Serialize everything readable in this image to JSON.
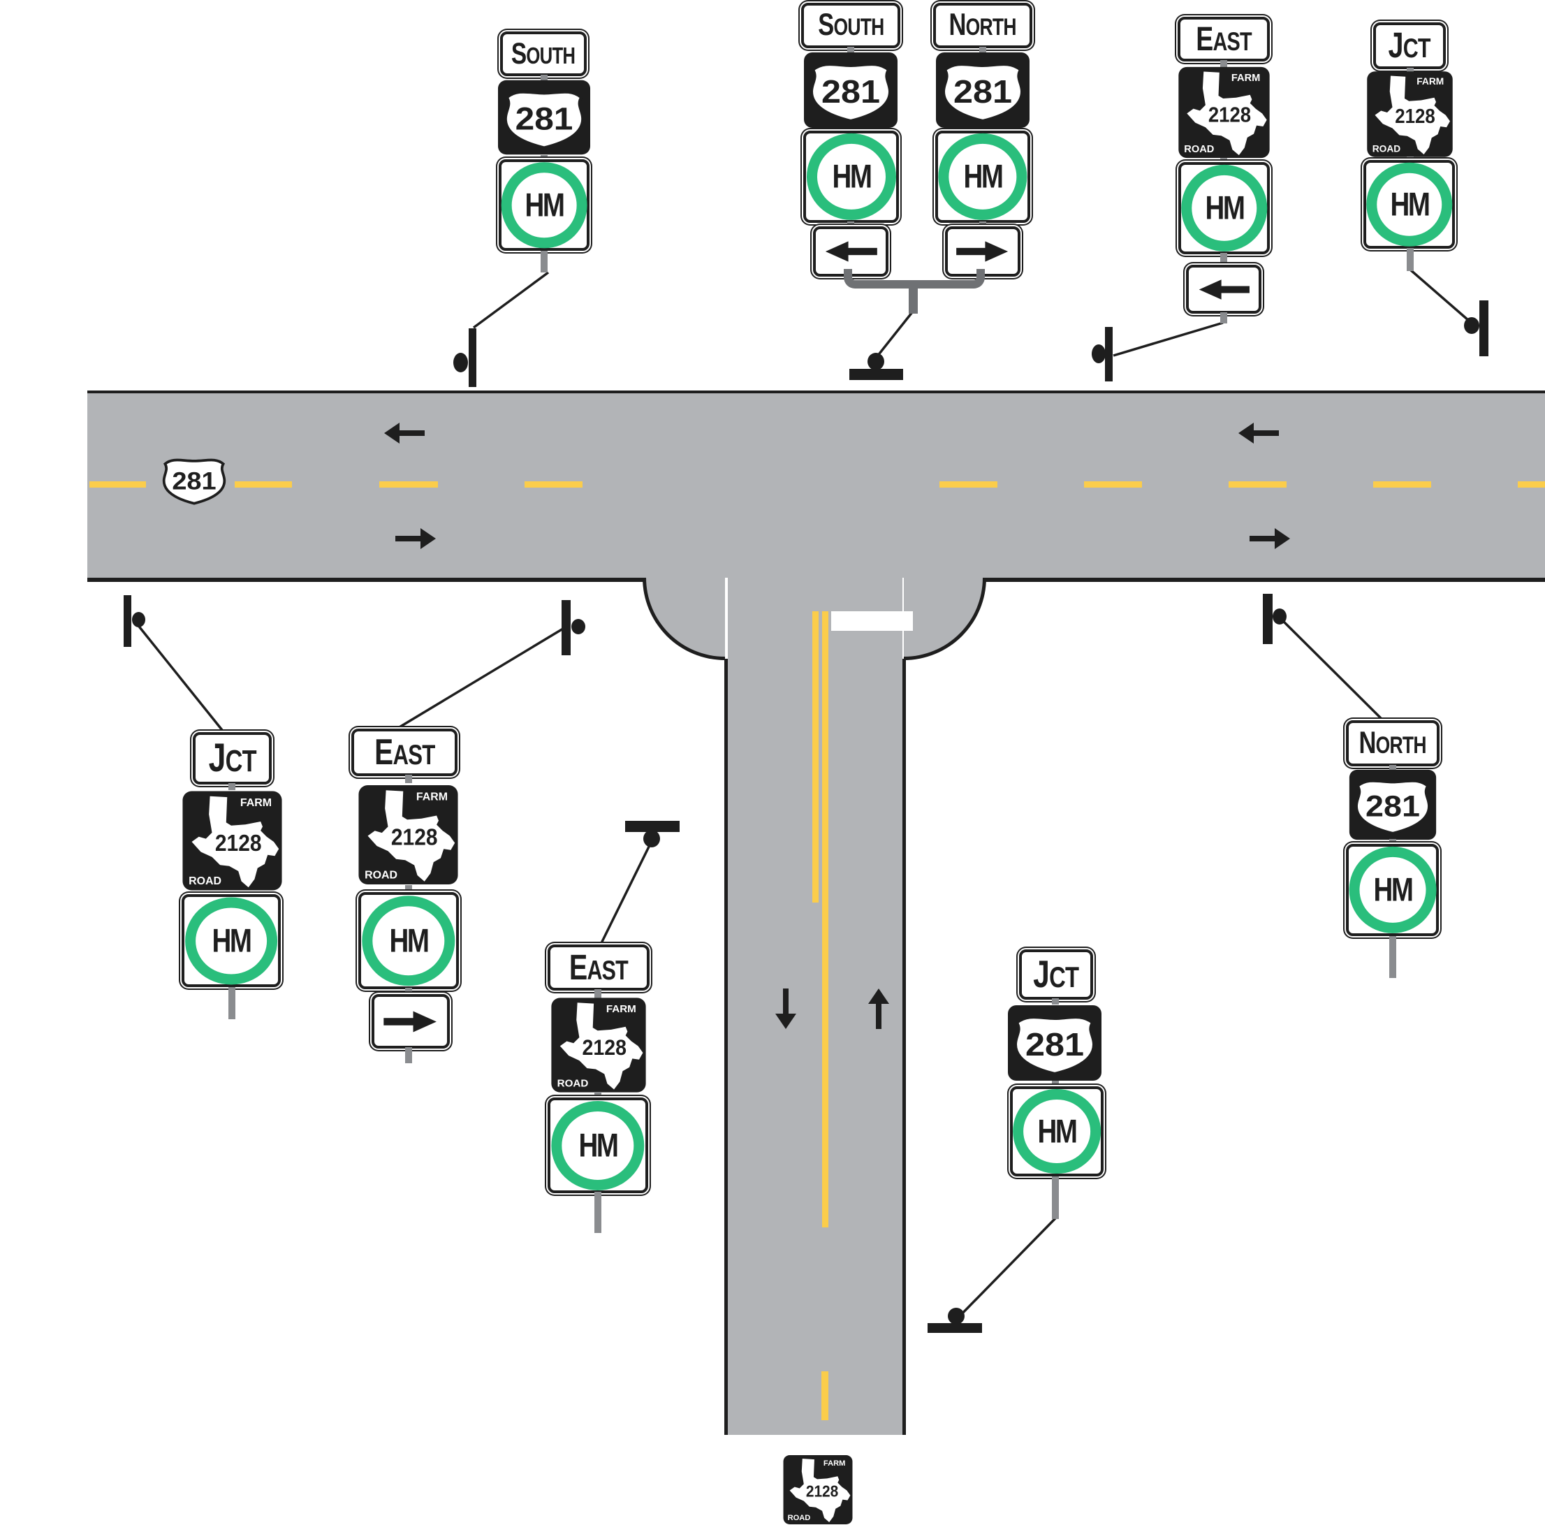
{
  "labels": {
    "south": "SOUTH",
    "north": "NORTH",
    "east": "EAST",
    "jct": "JCT",
    "farm": "FARM",
    "road": "ROAD",
    "hm": "HM",
    "us_route": "281",
    "fm_route": "2128"
  },
  "road": {
    "horizontal_route_marker": "281",
    "vertical_route": "2128",
    "stop_bar": true,
    "center_line": "dashed-yellow",
    "minor_road_center_line": "double-solid-to-single-solid-yellow"
  },
  "colors": {
    "road_gray": "#B2B4B7",
    "stripe_yellow": "#FBCD4B",
    "hm_green": "#2ABE7C",
    "post_gray": "#8A8C8F",
    "bracket_gray": "#6F7174",
    "line_black": "#1E1E1E",
    "sign_white": "#FFFFFF"
  },
  "assemblies": [
    {
      "id": "nw-south-us281",
      "signs": [
        "SOUTH",
        "US 281",
        "HM"
      ]
    },
    {
      "id": "n-center-south-us281",
      "signs": [
        "SOUTH",
        "US 281",
        "HM",
        "left-arrow"
      ]
    },
    {
      "id": "n-center-north-us281",
      "signs": [
        "NORTH",
        "US 281",
        "HM",
        "right-arrow"
      ]
    },
    {
      "id": "ne-east-fm2128",
      "signs": [
        "EAST",
        "FM 2128",
        "HM",
        "left-arrow"
      ]
    },
    {
      "id": "ne-jct-fm2128",
      "signs": [
        "JCT",
        "FM 2128",
        "HM"
      ]
    },
    {
      "id": "sw-jct-fm2128",
      "signs": [
        "JCT",
        "FM 2128",
        "HM"
      ]
    },
    {
      "id": "sw-east-fm2128",
      "signs": [
        "EAST",
        "FM 2128",
        "HM",
        "right-arrow"
      ]
    },
    {
      "id": "s-east-fm2128",
      "signs": [
        "EAST",
        "FM 2128",
        "HM"
      ]
    },
    {
      "id": "se-north-us281",
      "signs": [
        "NORTH",
        "US 281",
        "HM"
      ]
    },
    {
      "id": "se-jct-us281",
      "signs": [
        "JCT",
        "US 281",
        "HM"
      ]
    },
    {
      "id": "s-end-fm2128",
      "signs": [
        "FM 2128"
      ]
    }
  ]
}
